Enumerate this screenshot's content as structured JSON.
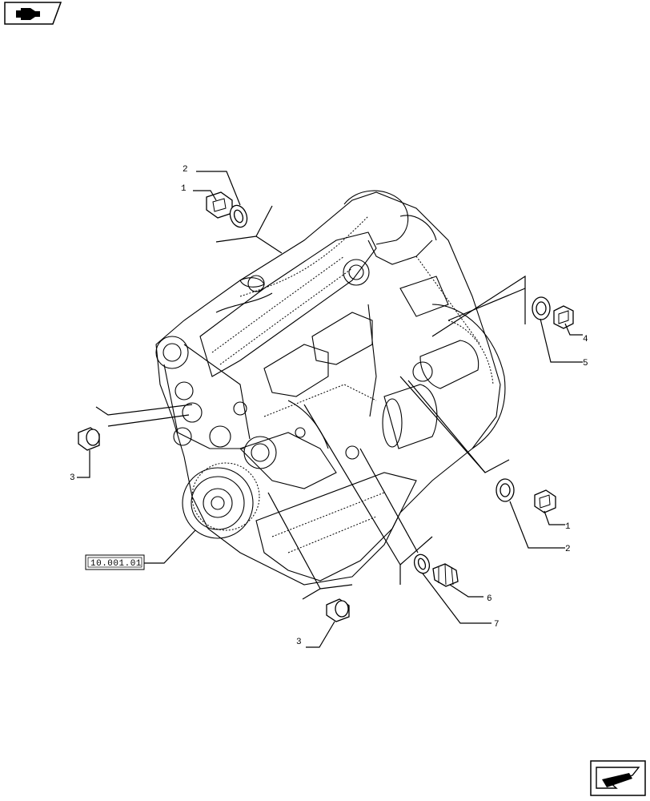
{
  "header": {
    "icon": "book-pointer-icon"
  },
  "footer": {
    "icon": "arrow-nav-icon"
  },
  "reference": {
    "label": "10.001.01"
  },
  "callouts": [
    {
      "id": "top-2",
      "text": "2"
    },
    {
      "id": "top-1",
      "text": "1"
    },
    {
      "id": "right-4",
      "text": "4"
    },
    {
      "id": "right-5",
      "text": "5"
    },
    {
      "id": "left-3",
      "text": "3"
    },
    {
      "id": "right-1",
      "text": "1"
    },
    {
      "id": "right-2",
      "text": "2"
    },
    {
      "id": "bottom-6",
      "text": "6"
    },
    {
      "id": "bottom-7",
      "text": "7"
    },
    {
      "id": "bottom-3",
      "text": "3"
    }
  ]
}
